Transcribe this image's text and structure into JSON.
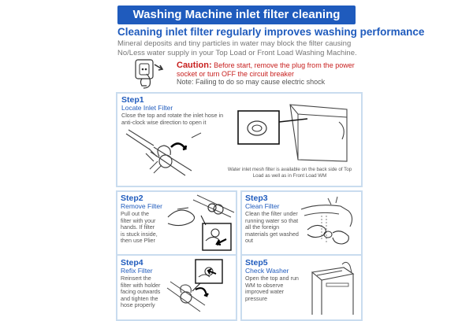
{
  "header": {
    "title": "Washing Machine inlet filter cleaning process",
    "subtitle": "Cleaning inlet filter regularly improves washing performance",
    "intro": "Mineral deposits and tiny particles in water may block the filter causing No/Less water supply in your Top Load or Front Load Washing Machine."
  },
  "caution": {
    "label": "Caution:",
    "text": "Before start, remove the plug from the power socket or turn OFF the circuit breaker",
    "note": "Note: Failing to do so may cause electric shock"
  },
  "steps": [
    {
      "num": "Step1",
      "name": "Locate Inlet Filter",
      "body": "Close the top and rotate the inlet hose in anti-clock wise direction to open it",
      "caption": "Water inlet mesh filter is available on the back side of Top Load as well as in Front Load WM"
    },
    {
      "num": "Step2",
      "name": "Remove Filter",
      "body": "Pull out the filter with your hands. If filter is stuck inside, then use Plier"
    },
    {
      "num": "Step3",
      "name": "Clean Filter",
      "body": "Clean the filter under running water so that all the foreign materials get washed out"
    },
    {
      "num": "Step4",
      "name": "Refix Filter",
      "body": "Reinsert the filter with holder facing outwards and tighten the hose properly"
    },
    {
      "num": "Step5",
      "name": "Check Washer",
      "body": "Open the top and run WM to observe improved water pressure"
    }
  ],
  "colors": {
    "brand": "#1f5bbd",
    "caution": "#c8201f",
    "box_border": "#c9dcef"
  }
}
